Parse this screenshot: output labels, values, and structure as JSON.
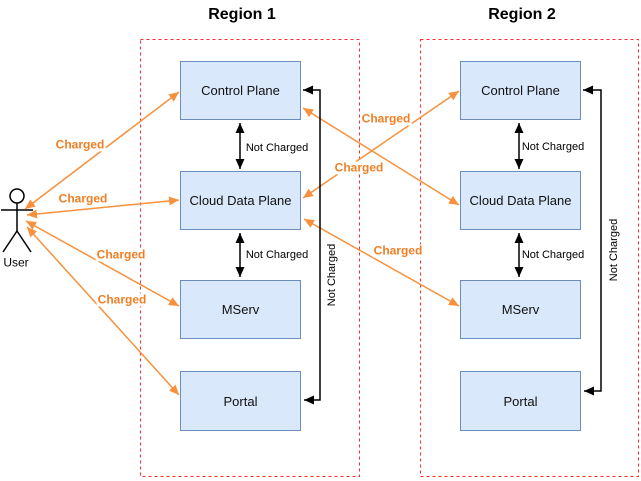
{
  "regions": [
    {
      "title": "Region 1",
      "nodes": [
        {
          "label": "Control Plane"
        },
        {
          "label": "Cloud Data Plane"
        },
        {
          "label": "MServ"
        },
        {
          "label": "Portal"
        }
      ]
    },
    {
      "title": "Region 2",
      "nodes": [
        {
          "label": "Control Plane"
        },
        {
          "label": "Cloud Data Plane"
        },
        {
          "label": "MServ"
        },
        {
          "label": "Portal"
        }
      ]
    }
  ],
  "actor": {
    "label": "User"
  },
  "labels": {
    "charged": "Charged",
    "not_charged": "Not Charged"
  },
  "edges": [
    {
      "from": "User",
      "to": "Region 1 Control Plane",
      "label": "Charged",
      "direction": "both",
      "color": "orange"
    },
    {
      "from": "User",
      "to": "Region 1 Cloud Data Plane",
      "label": "Charged",
      "direction": "both",
      "color": "orange"
    },
    {
      "from": "User",
      "to": "Region 1 MServ",
      "label": "Charged",
      "direction": "both",
      "color": "orange"
    },
    {
      "from": "User",
      "to": "Region 1 Portal",
      "label": "Charged",
      "direction": "both",
      "color": "orange"
    },
    {
      "from": "Region 1 Cloud Data Plane",
      "to": "Region 2 Control Plane",
      "label": "Charged",
      "direction": "both",
      "color": "orange"
    },
    {
      "from": "Region 1 Control Plane",
      "to": "Region 2 Cloud Data Plane",
      "label": "Charged",
      "direction": "both",
      "color": "orange"
    },
    {
      "from": "Region 1 Cloud Data Plane",
      "to": "Region 2 MServ",
      "label": "Charged",
      "direction": "both",
      "color": "orange"
    },
    {
      "from": "Region 1 Control Plane",
      "to": "Region 1 Cloud Data Plane",
      "label": "Not Charged",
      "direction": "both",
      "color": "black"
    },
    {
      "from": "Region 1 Cloud Data Plane",
      "to": "Region 1 MServ",
      "label": "Not Charged",
      "direction": "both",
      "color": "black"
    },
    {
      "from": "Region 1 Control Plane",
      "to": "Region 1 Portal",
      "label": "Not Charged",
      "direction": "both",
      "color": "black"
    },
    {
      "from": "Region 2 Control Plane",
      "to": "Region 2 Cloud Data Plane",
      "label": "Not Charged",
      "direction": "both",
      "color": "black"
    },
    {
      "from": "Region 2 Cloud Data Plane",
      "to": "Region 2 MServ",
      "label": "Not Charged",
      "direction": "both",
      "color": "black"
    },
    {
      "from": "Region 2 Control Plane",
      "to": "Region 2 Portal",
      "label": "Not Charged",
      "direction": "both",
      "color": "black"
    }
  ],
  "colors": {
    "charged_text": "#f07f24",
    "charged_line": "#f7913d",
    "not_charged_line": "#000000",
    "node_fill": "#dae8fc",
    "node_border": "#6c8ebf",
    "region_border": "#ff2b2b",
    "text": "#000000"
  }
}
